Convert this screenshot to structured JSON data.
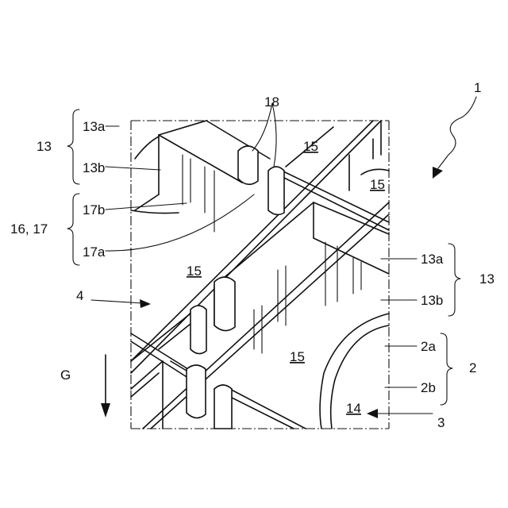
{
  "labels": {
    "ref_1": "1",
    "ref_2": "2",
    "ref_2a": "2a",
    "ref_2b": "2b",
    "ref_3": "3",
    "ref_4": "4",
    "ref_13_left": "13",
    "ref_13_right": "13",
    "ref_13a_left": "13a",
    "ref_13b_left": "13b",
    "ref_13a_right": "13a",
    "ref_13b_right": "13b",
    "ref_14": "14",
    "ref_15_a": "15",
    "ref_15_b": "15",
    "ref_15_c": "15",
    "ref_15_d": "15",
    "ref_16_17": "16, 17",
    "ref_17a": "17a",
    "ref_17b": "17b",
    "ref_18": "18",
    "ref_G": "G"
  }
}
